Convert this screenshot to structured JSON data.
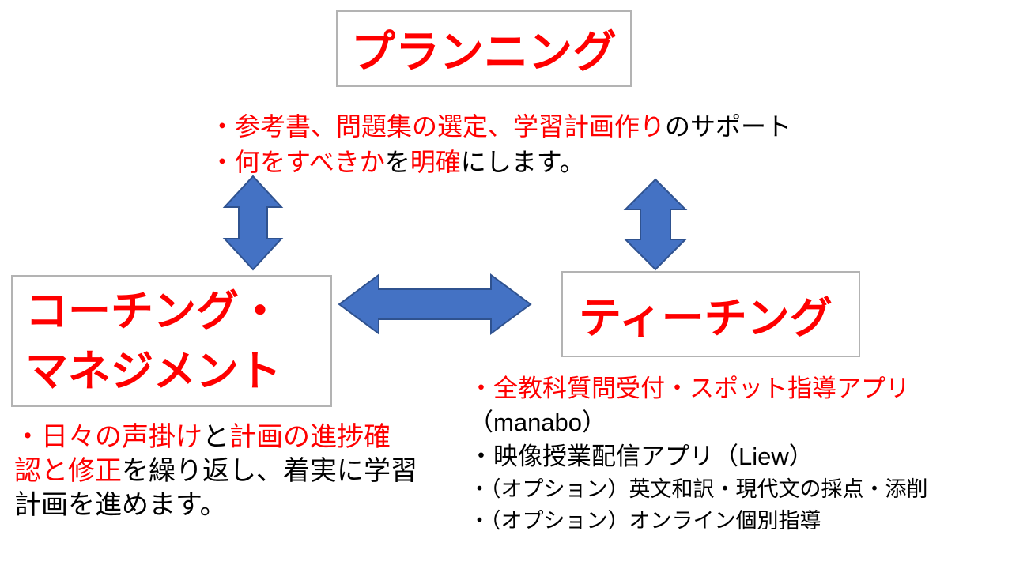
{
  "colors": {
    "red": "#ff0000",
    "black": "#000000",
    "arrow_fill": "#4472c4",
    "arrow_stroke": "#2f528f",
    "box_border": "#b3b3b3",
    "background": "#ffffff"
  },
  "boxes": {
    "planning": {
      "title": "プランニング"
    },
    "coaching": {
      "title_line1": "コーチング・",
      "title_line2": "マネジメント"
    },
    "teaching": {
      "title": "ティーチング"
    }
  },
  "planning_desc": {
    "line1_seg1_red": "・参考書、問題集の選定、学習計画作り",
    "line1_seg2_black": "のサポート",
    "line2_seg1_red": "・何をすべきか",
    "line2_seg2_black": "を",
    "line2_seg3_red": "明確",
    "line2_seg4_black": "にします。"
  },
  "coaching_desc": {
    "line1_seg1_red": "・日々の声掛け",
    "line1_seg2_black": "と",
    "line1_seg3_red": "計画の進捗確",
    "line2_seg1_red": "認と修正",
    "line2_seg2_black": "を繰り返し、着実に学習",
    "line3_seg1_black": "計画を進めます。"
  },
  "teaching_desc": {
    "line1_red": "・全教科質問受付・スポット指導アプリ",
    "line2": "（manabo）",
    "line3": "・映像授業配信アプリ（Liew）",
    "line4": "・（オプション）英文和訳・現代文の採点・添削",
    "line5": "・（オプション）オンライン個別指導"
  },
  "icons": {
    "arrow_vert_left": "double-headed-vertical-arrow",
    "arrow_vert_right": "double-headed-vertical-arrow",
    "arrow_horizontal": "double-headed-horizontal-arrow"
  }
}
